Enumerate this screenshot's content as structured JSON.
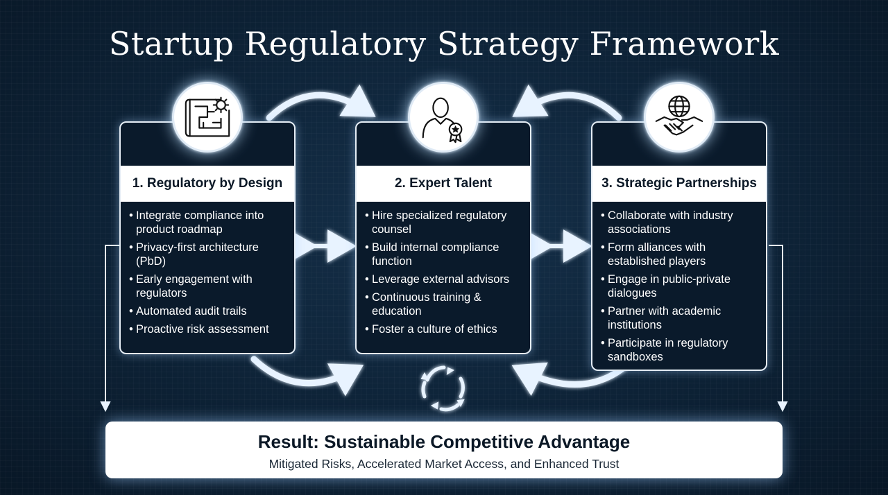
{
  "title": "Startup Regulatory Strategy Framework",
  "pillars": [
    {
      "heading": "1. Regulatory by Design",
      "icon": "blueprint-gear-icon",
      "items": [
        "Integrate compliance into product roadmap",
        "Privacy-first architecture (PbD)",
        "Early engagement with regulators",
        "Automated audit trails",
        "Proactive risk assessment"
      ]
    },
    {
      "heading": "2. Expert Talent",
      "icon": "person-badge-icon",
      "items": [
        "Hire specialized regulatory counsel",
        "Build internal compliance function",
        "Leverage external advisors",
        "Continuous training & education",
        "Foster a culture of ethics"
      ]
    },
    {
      "heading": "3. Strategic Partnerships",
      "icon": "globe-handshake-icon",
      "items": [
        "Collaborate with industry associations",
        "Form alliances with established players",
        "Engage in public-private dialogues",
        "Partner with academic institutions",
        "Participate in regulatory sandboxes"
      ]
    }
  ],
  "center_icon": "cycle-arrows-icon",
  "result": {
    "title": "Result: Sustainable Competitive Advantage",
    "subtitle": "Mitigated Risks, Accelerated Market Access, and Enhanced Trust"
  },
  "colors": {
    "background": "#0d2236",
    "card": "#0a1a2b",
    "text_dark": "#0b1826",
    "glow": "#bfe0ff"
  }
}
